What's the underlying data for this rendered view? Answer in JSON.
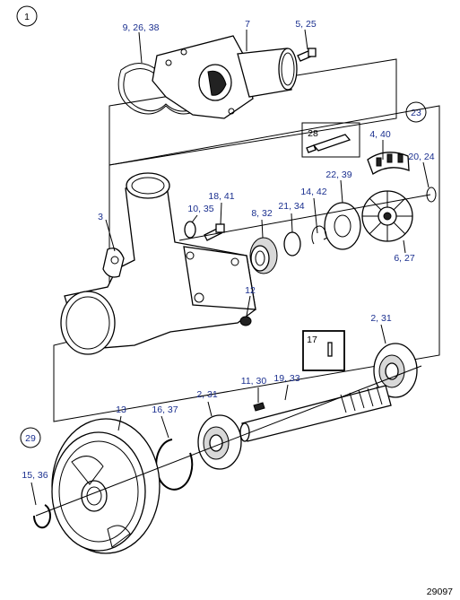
{
  "figure_number": "29097",
  "group_markers": [
    "1",
    "23",
    "29"
  ],
  "labels": {
    "top_gasket": "9, 26, 38",
    "thermostat_housing": "7",
    "top_screw": "5, 25",
    "impeller_group": "23",
    "sealant": "28",
    "impeller_cover": "4, 40",
    "o_ring_small": "20, 24",
    "cover_plate": "22, 39",
    "impeller": "6, 27",
    "pump_body": "3",
    "stud_screw": "18, 41",
    "washer_screw": "10, 35",
    "seal_housing": "8, 32",
    "seal_ring": "21, 34",
    "circlip_small": "14, 42",
    "plug": "12",
    "pin": "17",
    "bearing_rear": "2, 31",
    "key": "11, 30",
    "shaft": "19, 33",
    "pulley": "13",
    "lock_ring": "16, 37",
    "bearing_front": "2, 31",
    "pulley_group": "29",
    "pulley_clip": "15, 36"
  }
}
